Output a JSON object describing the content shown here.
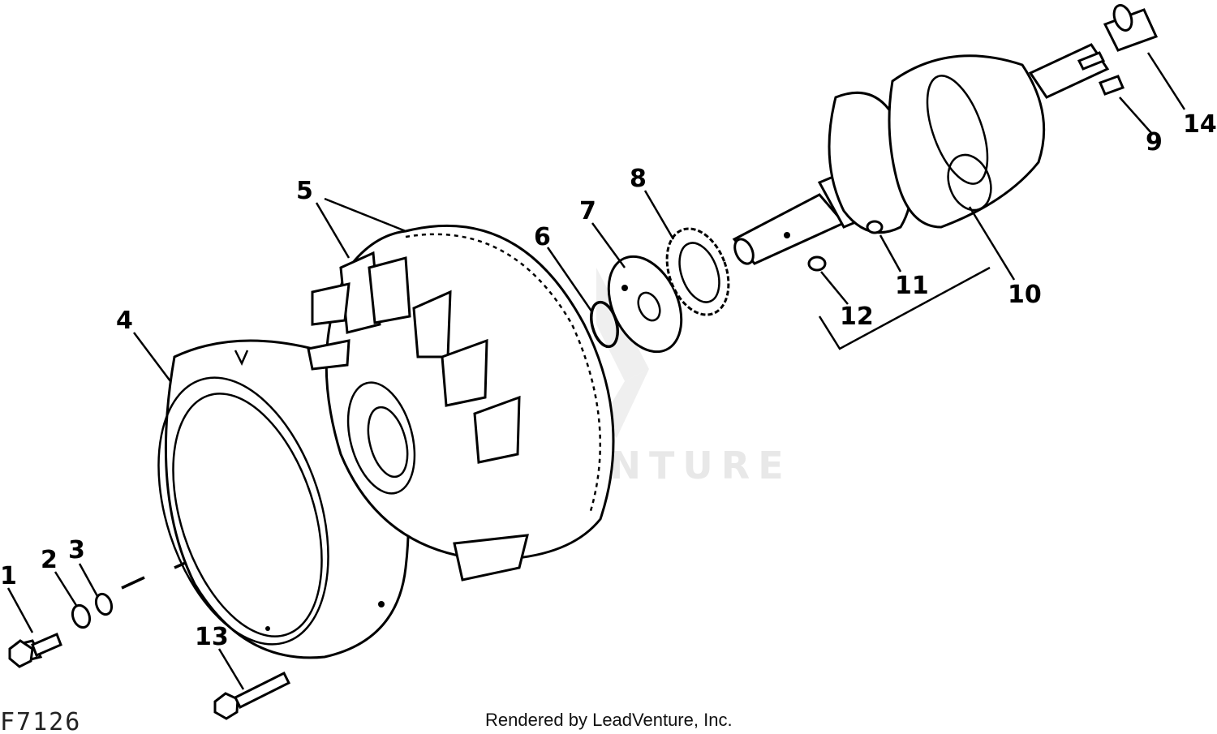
{
  "diagram": {
    "callouts": [
      {
        "id": "1",
        "label": "1"
      },
      {
        "id": "2",
        "label": "2"
      },
      {
        "id": "3",
        "label": "3"
      },
      {
        "id": "4",
        "label": "4"
      },
      {
        "id": "5",
        "label": "5"
      },
      {
        "id": "6",
        "label": "6"
      },
      {
        "id": "7",
        "label": "7"
      },
      {
        "id": "8",
        "label": "8"
      },
      {
        "id": "9",
        "label": "9"
      },
      {
        "id": "10",
        "label": "10"
      },
      {
        "id": "11",
        "label": "11"
      },
      {
        "id": "12",
        "label": "12"
      },
      {
        "id": "13",
        "label": "13"
      },
      {
        "id": "14",
        "label": "14"
      }
    ],
    "watermark": "LEADVENTURE",
    "figure_id": "F7126",
    "credit": "Rendered by LeadVenture, Inc."
  }
}
